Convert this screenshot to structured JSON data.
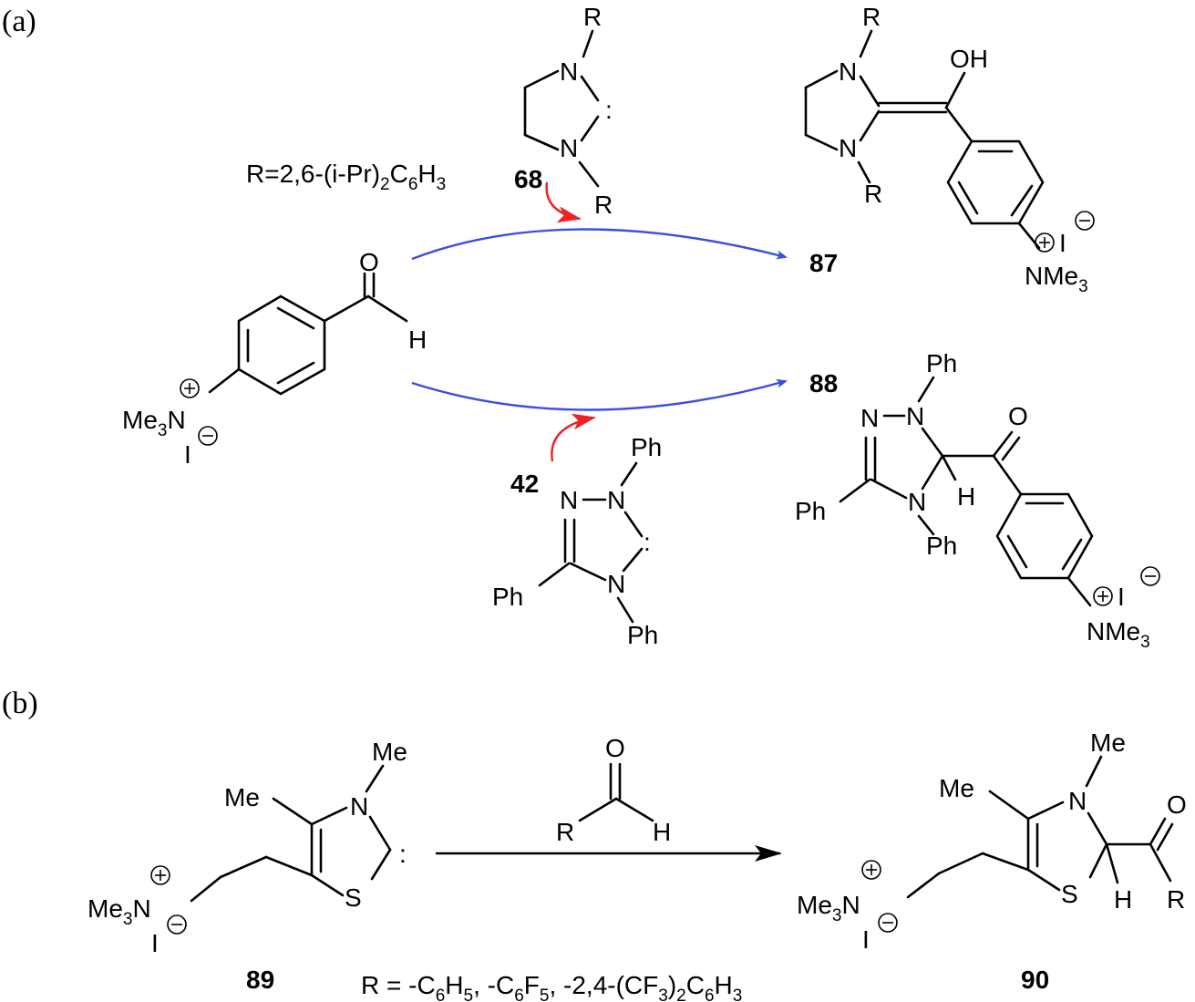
{
  "panels": {
    "a": "(a)",
    "b": "(b)"
  },
  "labels": {
    "r_def_a": {
      "main": "R=2,6-(i-Pr)",
      "s1": "2",
      "mid": "C",
      "s2": "6",
      "end": "H",
      "s3": "3"
    },
    "c68": "68",
    "c87": "87",
    "c88": "88",
    "c42": "42",
    "c89": "89",
    "c90": "90",
    "r_def_b": {
      "a": "R = -C",
      "a_s": "6",
      "b": "H",
      "b_s": "5",
      "c": ", -C",
      "c_s": "6",
      "d": "F",
      "d_s": "5",
      "e": ", -2,4-(CF",
      "e_s": "3",
      "f": ")",
      "f_s": "2",
      "g": "C",
      "g_s": "6",
      "h": "H",
      "h_s": "3"
    }
  },
  "atoms": {
    "R": "R",
    "N": "N",
    "O": "O",
    "OH": "OH",
    "H": "H",
    "I": "I",
    "S": "S",
    "Ph": "Ph",
    "Me": "Me",
    "carbene": ":",
    "NMe": "NMe",
    "sub3": "3",
    "Me3": "Me"
  },
  "colors": {
    "blue_arrow": "#3a4fe0",
    "red_arrow": "#ee2222",
    "black": "#000000"
  }
}
